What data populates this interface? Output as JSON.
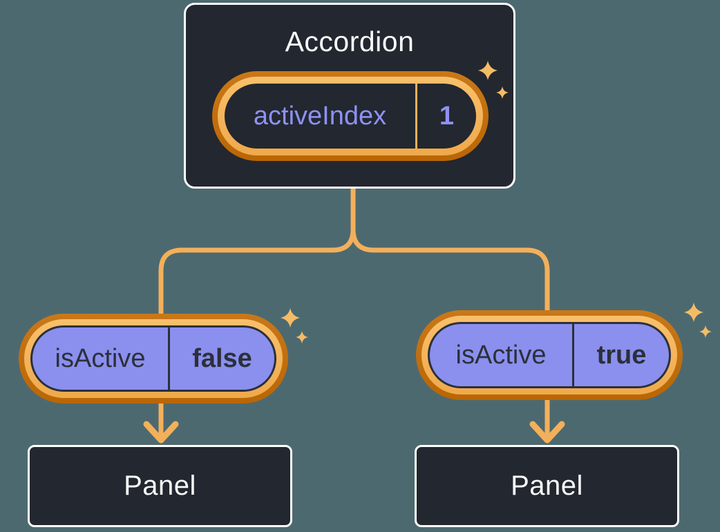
{
  "colors": {
    "background": "#4D6970",
    "node_fill": "#23272F",
    "node_border": "#FFFFFF",
    "ring_outer_orange": "#C06C0F",
    "ring_inner_orange": "#F6B75F",
    "connector_orange": "#F3B05A",
    "pill_purple_fill": "#8B8FEE",
    "purple_text": "#8D92F4",
    "dark_text": "#2B303A",
    "sparkle": "#F5BC66"
  },
  "root_component": {
    "title": "Accordion",
    "state": {
      "name": "activeIndex",
      "value": "1"
    }
  },
  "children": [
    {
      "prop": {
        "name": "isActive",
        "value": "false"
      },
      "child_title": "Panel"
    },
    {
      "prop": {
        "name": "isActive",
        "value": "true"
      },
      "child_title": "Panel"
    }
  ]
}
